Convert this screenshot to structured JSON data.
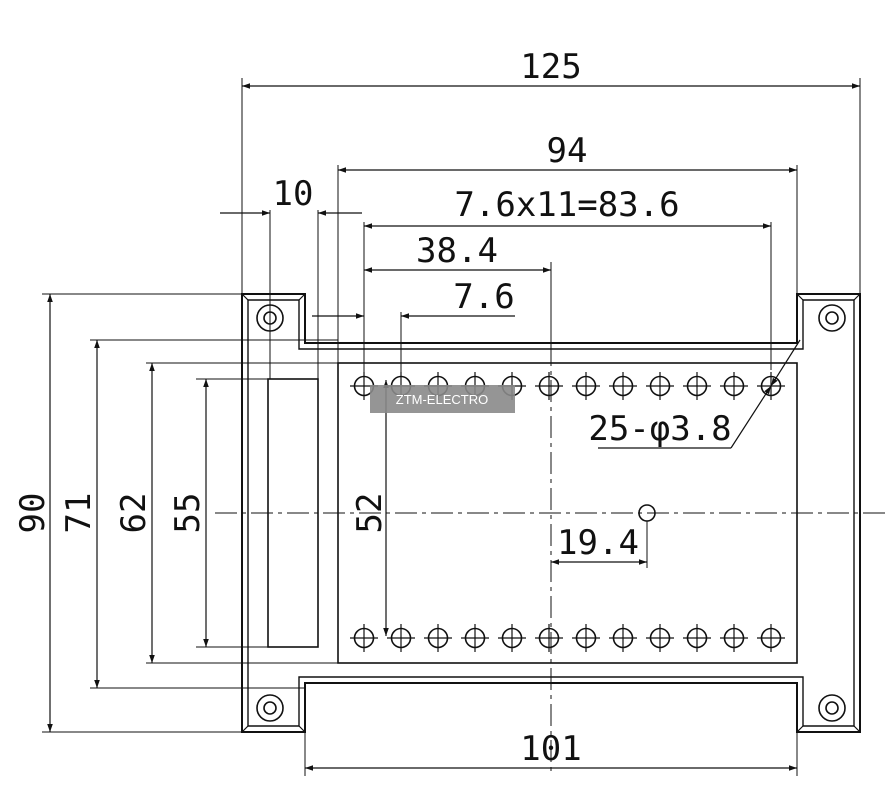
{
  "watermark": "ZTM-ELECTRO",
  "colors": {
    "line": "#111111",
    "watermark_bg": "#8a8a8a"
  },
  "dimensions": {
    "overall_width": "125",
    "terminal_span": "94",
    "pitch_formula": "7.6x11=83.6",
    "left_margin": "10",
    "to_center": "38.4",
    "pitch": "7.6",
    "hole_callout": "25-φ3.8",
    "center_offset": "19.4",
    "bottom_width": "101",
    "overall_height": "90",
    "height_71": "71",
    "height_62": "62",
    "height_55": "55",
    "row_spacing": "52"
  },
  "terminals": {
    "top_row_count": 12,
    "bottom_row_count": 12
  }
}
